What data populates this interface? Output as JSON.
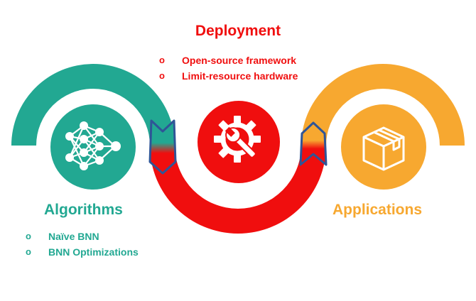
{
  "colors": {
    "teal": "#22A892",
    "red": "#F00E0E",
    "orange": "#F7A830",
    "chevron_fill": "#2F5597",
    "chevron_stroke": "#2F5597",
    "white": "#FFFFFF"
  },
  "deployment": {
    "title": "Deployment",
    "icon": "gear-wrench-icon",
    "items": [
      "Open-source framework",
      "Limit-resource hardware"
    ]
  },
  "algorithms": {
    "title": "Algorithms",
    "icon": "neural-network-icon",
    "items": [
      "Naïve BNN",
      "BNN Optimizations"
    ]
  },
  "applications": {
    "title": "Applications",
    "icon": "package-box-icon",
    "items": []
  },
  "bullet_glyph": "o"
}
